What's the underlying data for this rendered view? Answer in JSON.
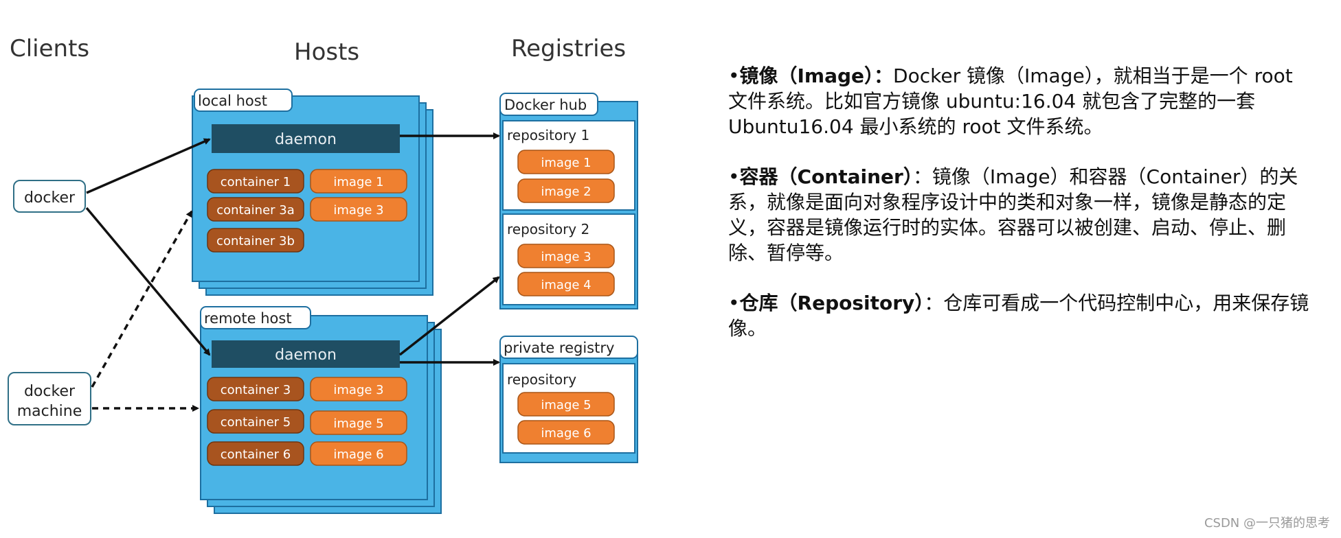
{
  "headers": {
    "clients": "Clients",
    "hosts": "Hosts",
    "registries": "Registries"
  },
  "clients": {
    "docker": "docker",
    "docker_machine_line1": "docker",
    "docker_machine_line2": "machine"
  },
  "local_host": {
    "label": "local host",
    "daemon": "daemon",
    "containers": [
      "container 1",
      "container 3a",
      "container 3b"
    ],
    "images": [
      "image 1",
      "image 3"
    ]
  },
  "remote_host": {
    "label": "remote host",
    "daemon": "daemon",
    "containers": [
      "container 3",
      "container 5",
      "container 6"
    ],
    "images": [
      "image 3",
      "image 5",
      "image 6"
    ]
  },
  "docker_hub": {
    "label": "Docker hub",
    "repositories": [
      {
        "name": "repository 1",
        "images": [
          "image 1",
          "image 2"
        ]
      },
      {
        "name": "repository 2",
        "images": [
          "image 3",
          "image 4"
        ]
      }
    ]
  },
  "private_registry": {
    "label": "private registry",
    "repository": {
      "name": "repository",
      "images": [
        "image 5",
        "image 6"
      ]
    }
  },
  "notes": [
    {
      "bullet": "•",
      "term": "镜像（Image）：",
      "text": "Docker 镜像（Image），就相当于是一个 root 文件系统。比如官方镜像 ubuntu:16.04 就包含了完整的一套 Ubuntu16.04 最小系统的 root 文件系统。"
    },
    {
      "bullet": "•",
      "term": "容器（Container）",
      "text": "：镜像（Image）和容器（Container）的关系，就像是面向对象程序设计中的类和对象一样，镜像是静态的定义，容器是镜像运行时的实体。容器可以被创建、启动、停止、删除、暂停等。"
    },
    {
      "bullet": "•",
      "term": "仓库（Repository）",
      "text": "：仓库可看成一个代码控制中心，用来保存镜像。"
    }
  ],
  "footer": "CSDN @一只猪的思考",
  "colors": {
    "host_blue": "#4ab4e6",
    "host_border": "#1d6fa0",
    "daemon": "#1f4e63",
    "container": "#a8541f",
    "image": "#ef8030",
    "client_border": "#2f6f86"
  }
}
